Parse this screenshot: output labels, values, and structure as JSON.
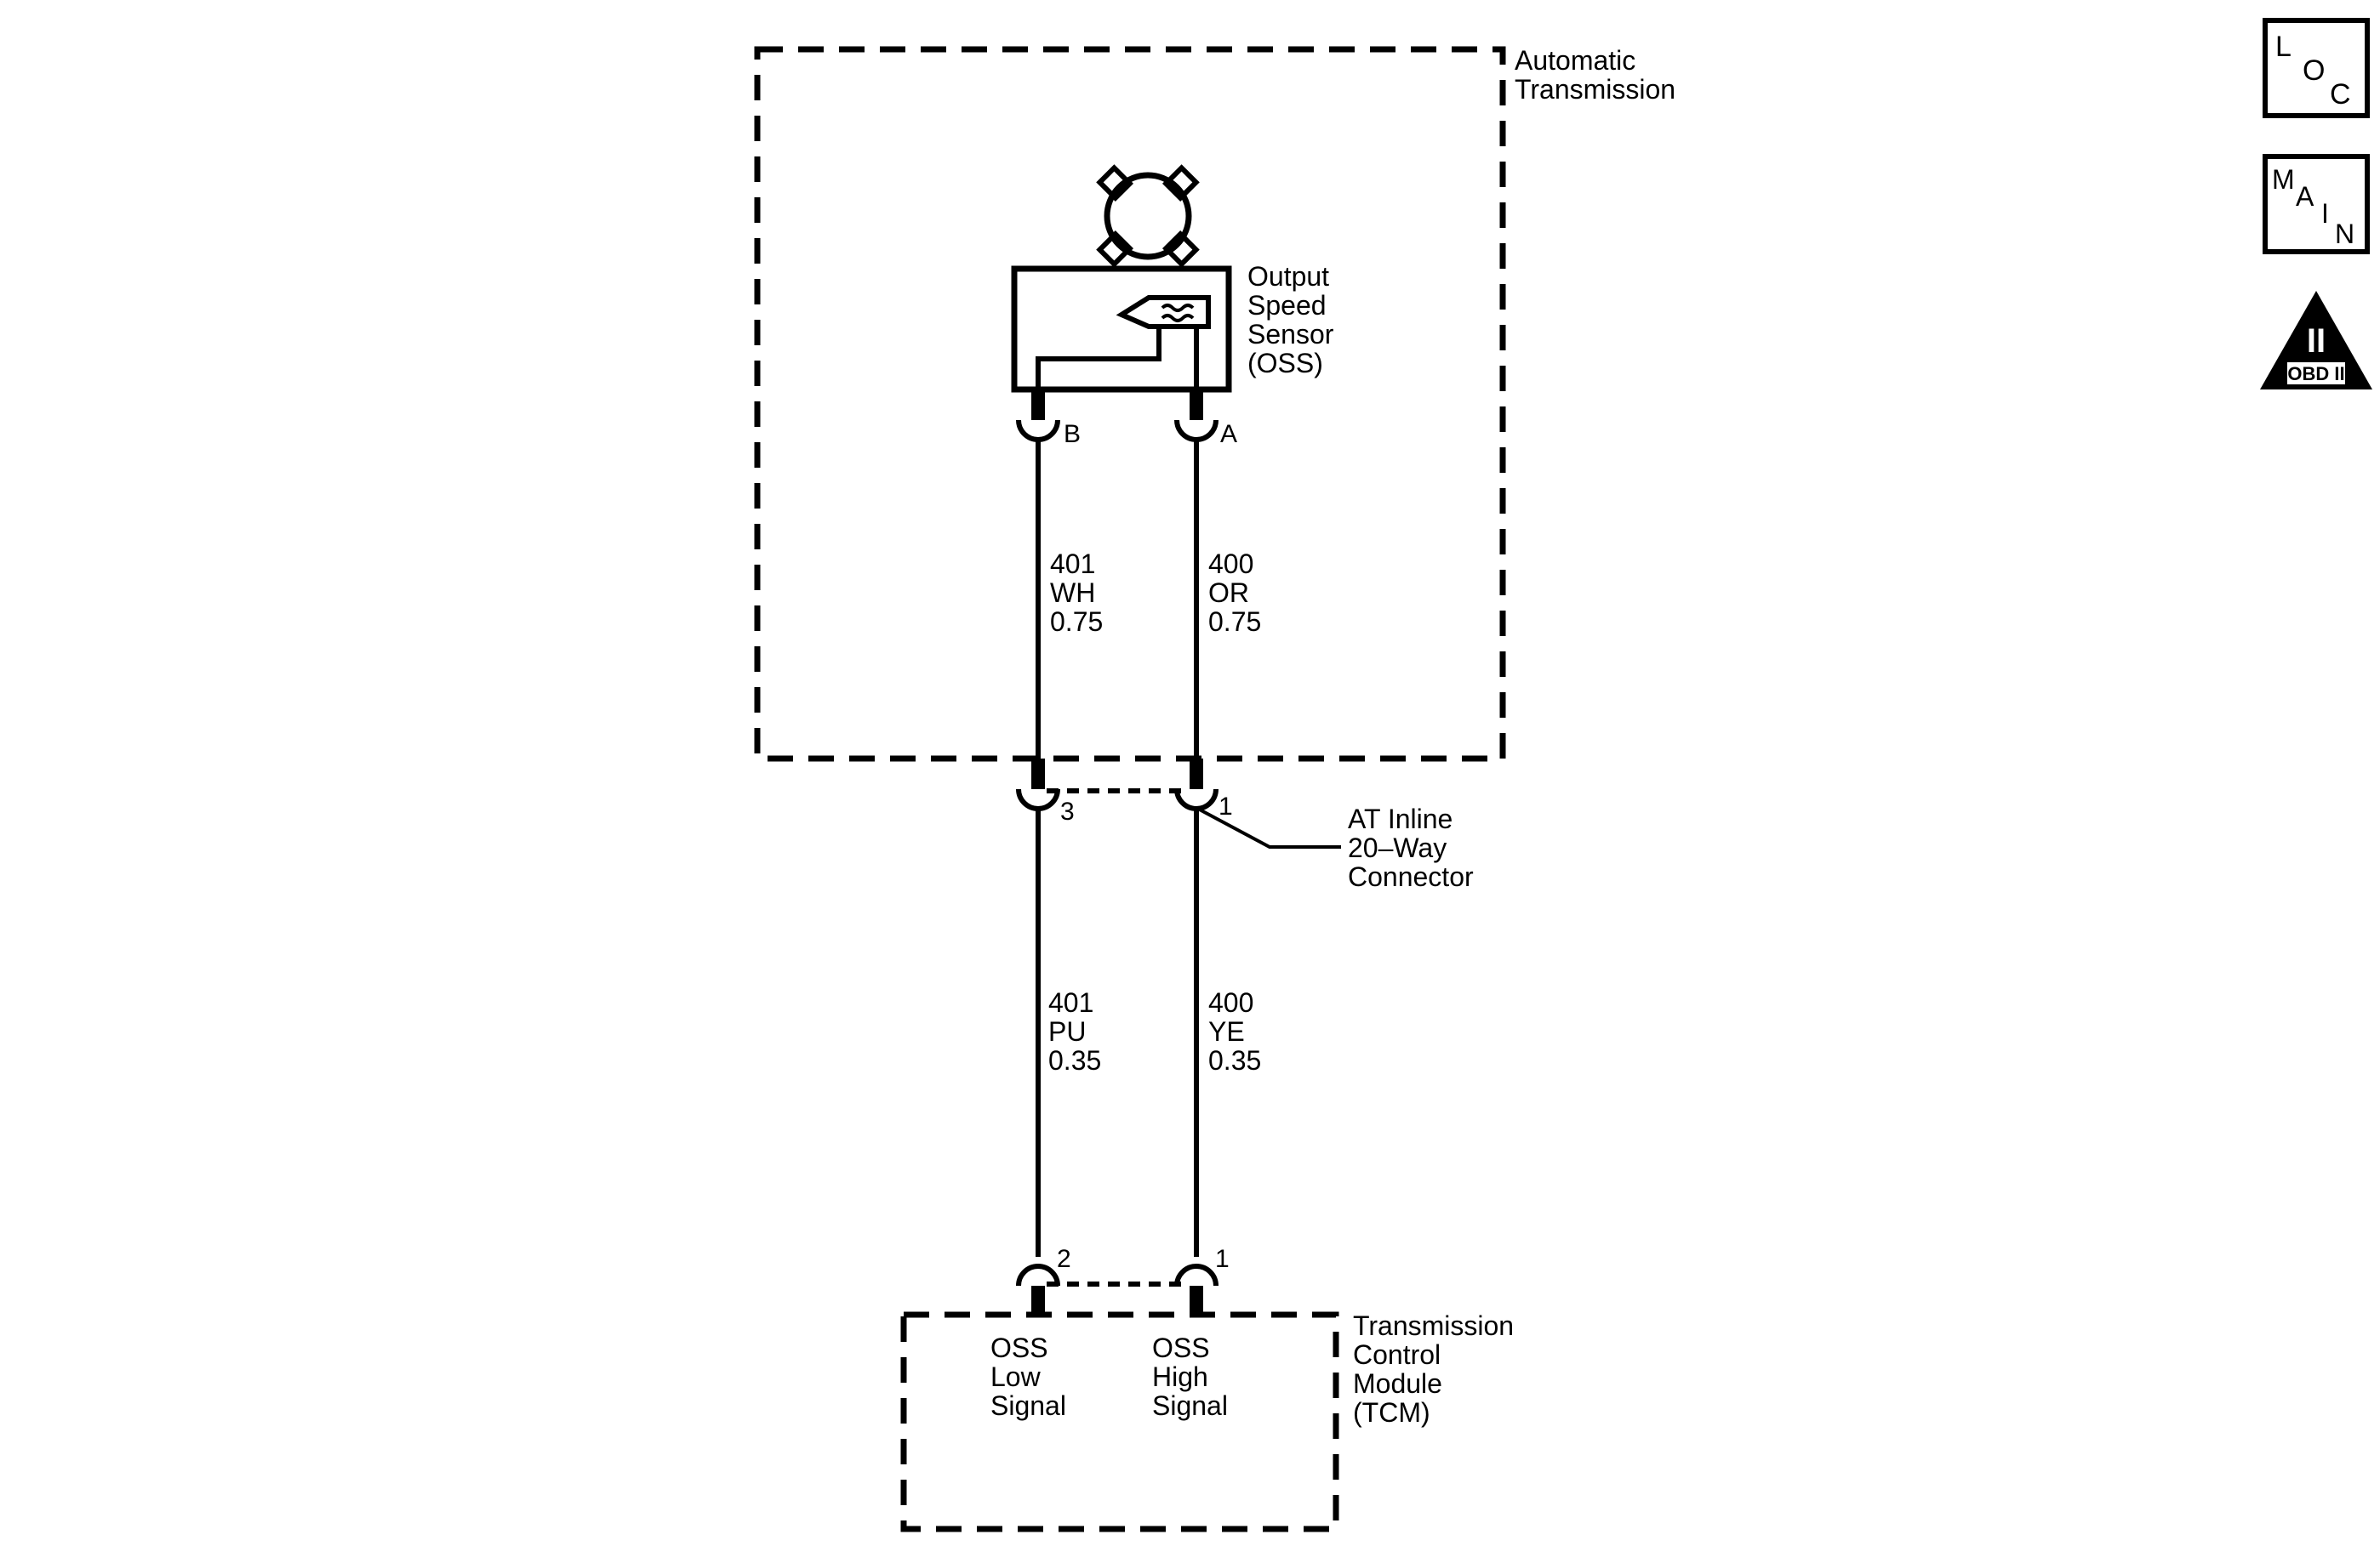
{
  "components": {
    "automatic_transmission": [
      "Automatic",
      "Transmission"
    ],
    "output_speed_sensor": [
      "Output",
      "Speed",
      "Sensor",
      "(OSS)"
    ],
    "inline_connector": [
      "AT Inline",
      "20–Way",
      "Connector"
    ],
    "tcm": [
      "Transmission",
      "Control",
      "Module",
      "(TCM)"
    ]
  },
  "sensor_pins": {
    "left": "B",
    "right": "A"
  },
  "inline_pins": {
    "left": "3",
    "right": "1"
  },
  "tcm_pins": {
    "left": "2",
    "right": "1"
  },
  "wires": {
    "upper_left": [
      "401",
      "WH",
      "0.75"
    ],
    "upper_right": [
      "400",
      "OR",
      "0.75"
    ],
    "lower_left": [
      "401",
      "PU",
      "0.35"
    ],
    "lower_right": [
      "400",
      "YE",
      "0.35"
    ]
  },
  "tcm_signals": {
    "low": [
      "OSS",
      "Low",
      "Signal"
    ],
    "high": [
      "OSS",
      "High",
      "Signal"
    ]
  },
  "nav_icons": {
    "loc": [
      "L",
      "O",
      "C"
    ],
    "main": [
      "M",
      "A",
      "I",
      "N"
    ],
    "obd": {
      "numeral": "II",
      "label": "OBD II"
    }
  }
}
